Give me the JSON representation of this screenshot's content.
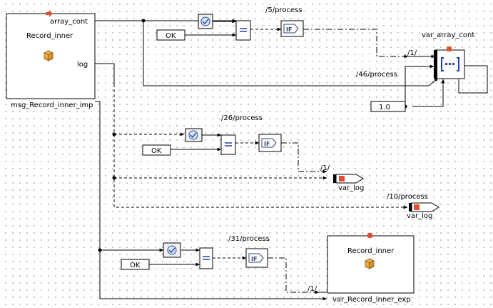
{
  "blocks": {
    "msg_block": {
      "title": "Record_inner",
      "caption": "msg_Record_inner_imp",
      "port_array": "array_cont",
      "port_log": "log"
    },
    "var_array_cont": {
      "caption": "var_array_cont"
    },
    "record_exp": {
      "title": "Record_inner",
      "caption": "var_Record_inner_exp"
    }
  },
  "processes": [
    "/5/process",
    "/46/process",
    "/26/process",
    "/10/process",
    "/31/process"
  ],
  "constants": {
    "ok": "OK",
    "one_point_zero": "1.0"
  },
  "edge_labels": {
    "one": "/1/"
  },
  "var_log_caption": "var_log",
  "icons": {
    "compare": "equals-icon",
    "condition": "if-icon",
    "getter": "shield-arrow-icon",
    "object": "cube-icon",
    "array": "array-icon",
    "log_var": "log-variable-icon",
    "arrow": "red-arrow-icon",
    "status_dot": "red-dot-icon"
  },
  "colors": {
    "accent_red": "#e05030",
    "cube_orange": "#e0a020",
    "array_blue": "#2040c0",
    "border": "#000000",
    "dot_grid": "#b4b4b4"
  }
}
